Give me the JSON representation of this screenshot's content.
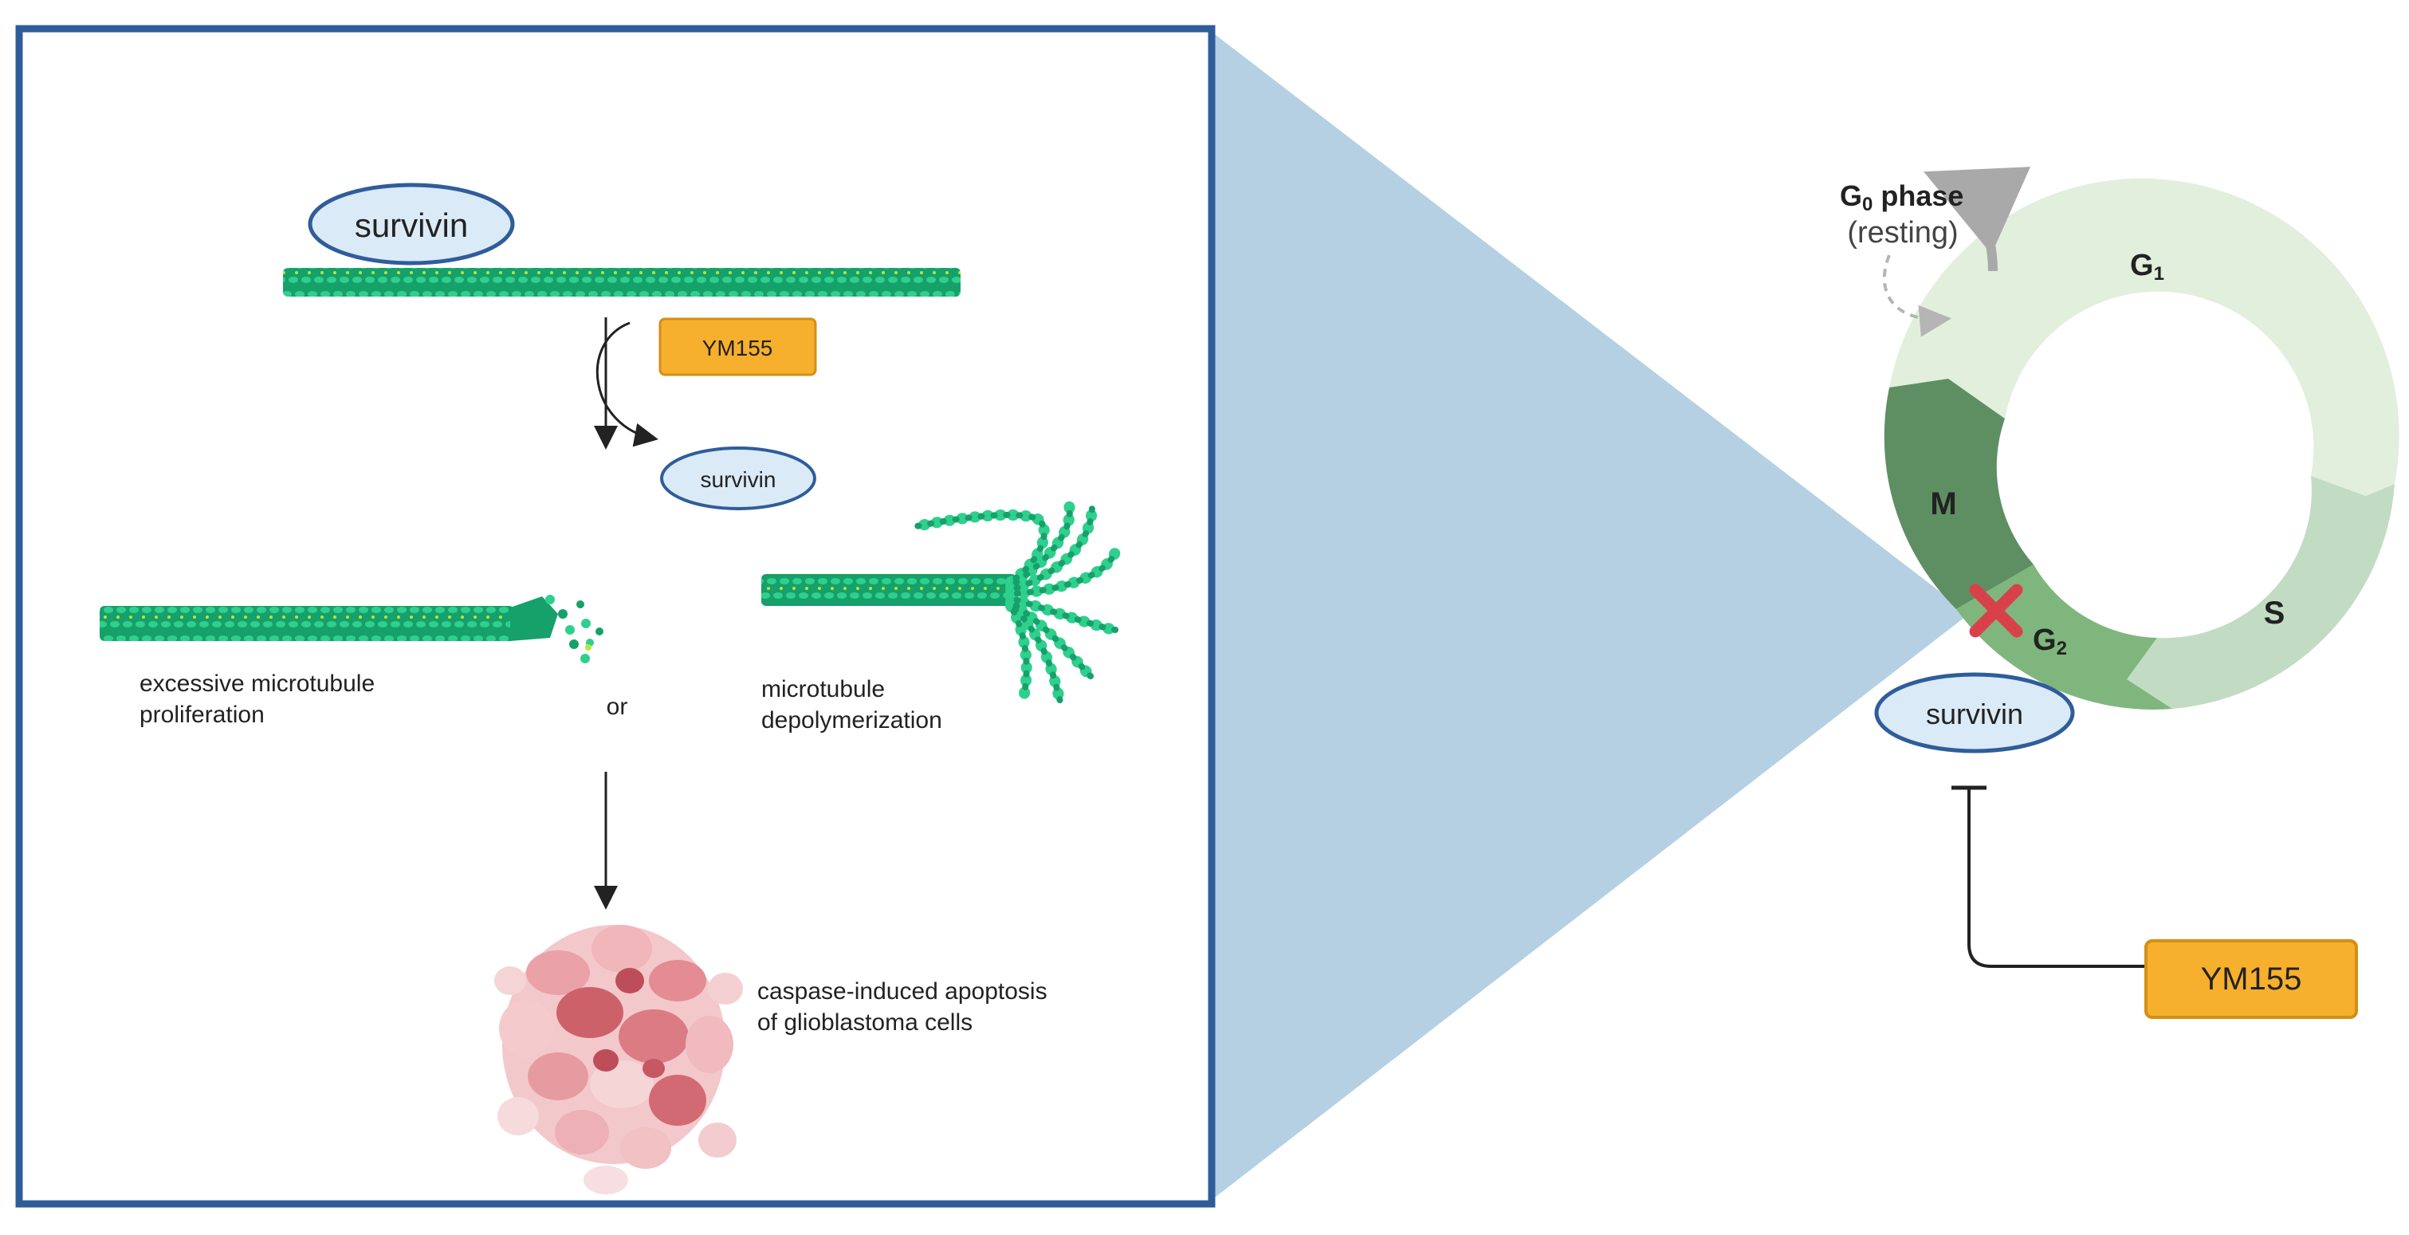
{
  "left_panel": {
    "survivin_top": "survivin",
    "ym155_small": "YM155",
    "survivin_released": "survivin",
    "label_proliferation_line1": "excessive microtubule",
    "label_proliferation_line2": "proliferation",
    "label_or": "or",
    "label_depoly_line1": "microtubule",
    "label_depoly_line2": "depolymerization",
    "label_apoptosis_line1": "caspase-induced apoptosis",
    "label_apoptosis_line2": "of glioblastoma cells"
  },
  "cell_cycle": {
    "g0_main": "G",
    "g0_sub": "0",
    "g0_suffix": " phase",
    "g0_resting": "(resting)",
    "g1_main": "G",
    "g1_sub": "1",
    "s_label": "S",
    "g2_main": "G",
    "g2_sub": "2",
    "m_label": "M",
    "survivin": "survivin",
    "ym155": "YM155"
  },
  "colors": {
    "frame_blue": "#2f5d9a",
    "zoom_wedge": "#b5d0e3",
    "oval_fill": "#dbeaf7",
    "oval_stroke": "#2f5d9a",
    "ym155_fill": "#f7b02d",
    "ym155_stroke": "#d38f15",
    "g1_arc": "#e2efdd",
    "s_arc": "#c2dcc3",
    "g2_arc": "#7fb67e",
    "m_arc": "#5e8f63",
    "block_x": "#d9414a",
    "microtubule": "#1aa56f",
    "apoptosis": "#d97b80"
  }
}
